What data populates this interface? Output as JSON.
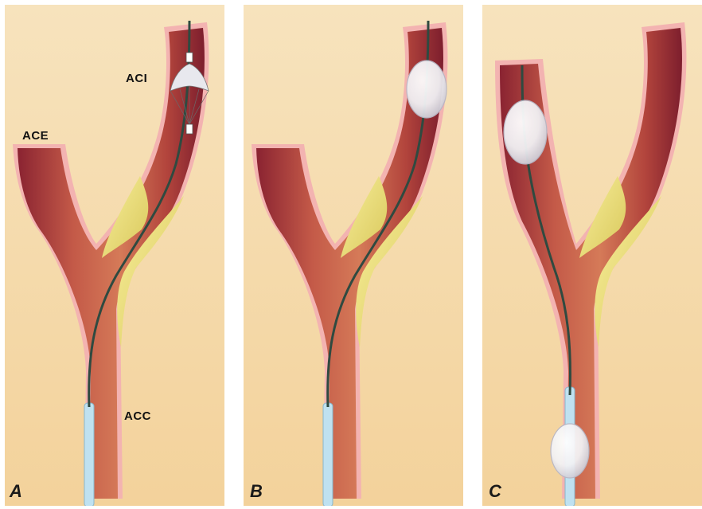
{
  "labels": {
    "ace": "ACE",
    "aci": "ACI",
    "acc": "ACC"
  },
  "panels": [
    {
      "letter": "A",
      "device": "filter"
    },
    {
      "letter": "B",
      "device": "distal-balloon"
    },
    {
      "letter": "C",
      "device": "proximal-balloons"
    }
  ],
  "colors": {
    "background": "#f6dcae",
    "vessel_wall": "#a4303e",
    "vessel_lumen": "#c0564a",
    "intima": "#f4b8b8",
    "plaque": "#efe280",
    "guidewire": "#2f4a40",
    "catheter": "#b9dfef",
    "balloon": "#eef0f4"
  }
}
